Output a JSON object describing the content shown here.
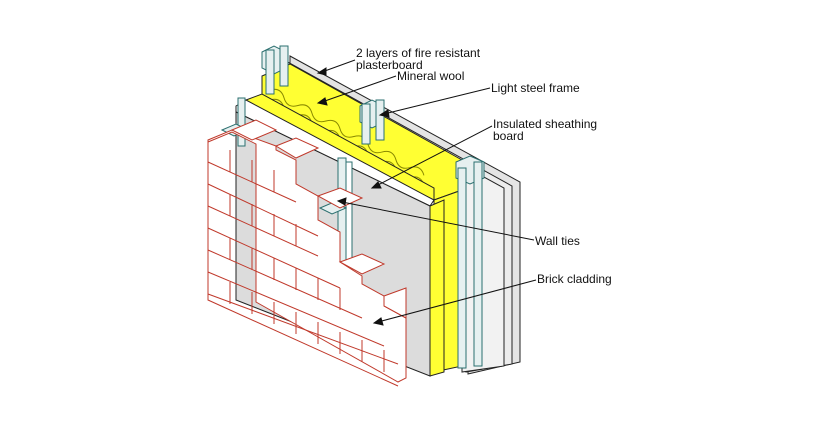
{
  "diagram": {
    "labels": {
      "fire_board_1": "2 layers of fire resistant",
      "fire_board_2": "plasterboard",
      "mineral_wool": "Mineral wool",
      "steel_frame": "Light steel frame",
      "sheathing_1": "Insulated sheathing",
      "sheathing_2": "board",
      "wall_ties": "Wall ties",
      "brick_cladding": "Brick cladding"
    },
    "colors": {
      "insulation": "#ffff33",
      "board": "#dcdcdc",
      "brick_outline": "#c0392b",
      "steel": "#e6f0f0",
      "steel_outline": "#2b6f6f"
    }
  }
}
